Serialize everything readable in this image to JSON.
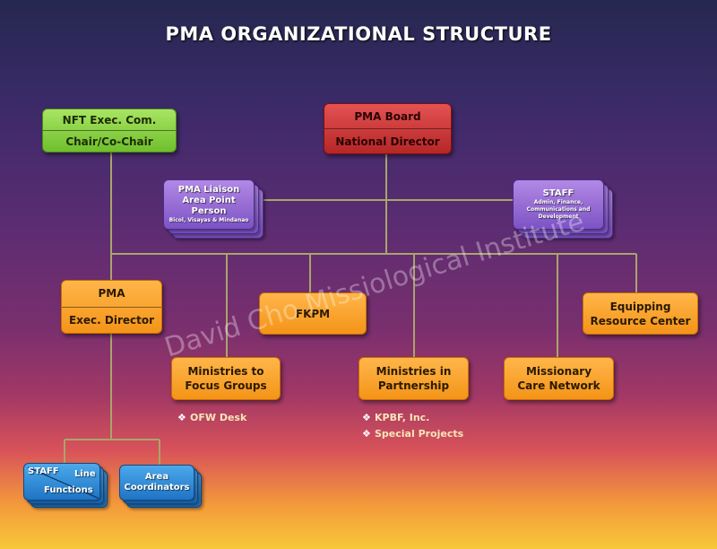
{
  "title": "PMA ORGANIZATIONAL STRUCTURE",
  "watermark": "David Cho Missiological Institute",
  "nodes": {
    "nft": {
      "line1": "NFT Exec. Com.",
      "line2": "Chair/Co-Chair"
    },
    "board": {
      "line1": "PMA Board",
      "line2": "National Director"
    },
    "liaison": {
      "line1": "PMA Liaison",
      "line2": "Area Point Person",
      "line3": "Bicol, Visayas & Mindanao"
    },
    "staff_top": {
      "line1": "STAFF",
      "line2": "Admin, Finance, Communications and Development"
    },
    "pma": {
      "line1": "PMA",
      "line2": "Exec. Director"
    },
    "fkpm": {
      "label": "FKPM"
    },
    "equipping": {
      "line1": "Equipping",
      "line2": "Resource Center"
    },
    "focus": {
      "line1": "Ministries to",
      "line2": "Focus Groups"
    },
    "partnership": {
      "line1": "Ministries in",
      "line2": "Partnership"
    },
    "care": {
      "line1": "Missionary",
      "line2": "Care Network"
    },
    "staff_line": {
      "left": "STAFF",
      "right": "Line",
      "bottom": "Functions"
    },
    "area": {
      "line1": "Area",
      "line2": "Coordinators"
    }
  },
  "bullets": {
    "focus": [
      "OFW Desk"
    ],
    "partnership": [
      "KPBF, Inc.",
      "Special Projects"
    ]
  }
}
